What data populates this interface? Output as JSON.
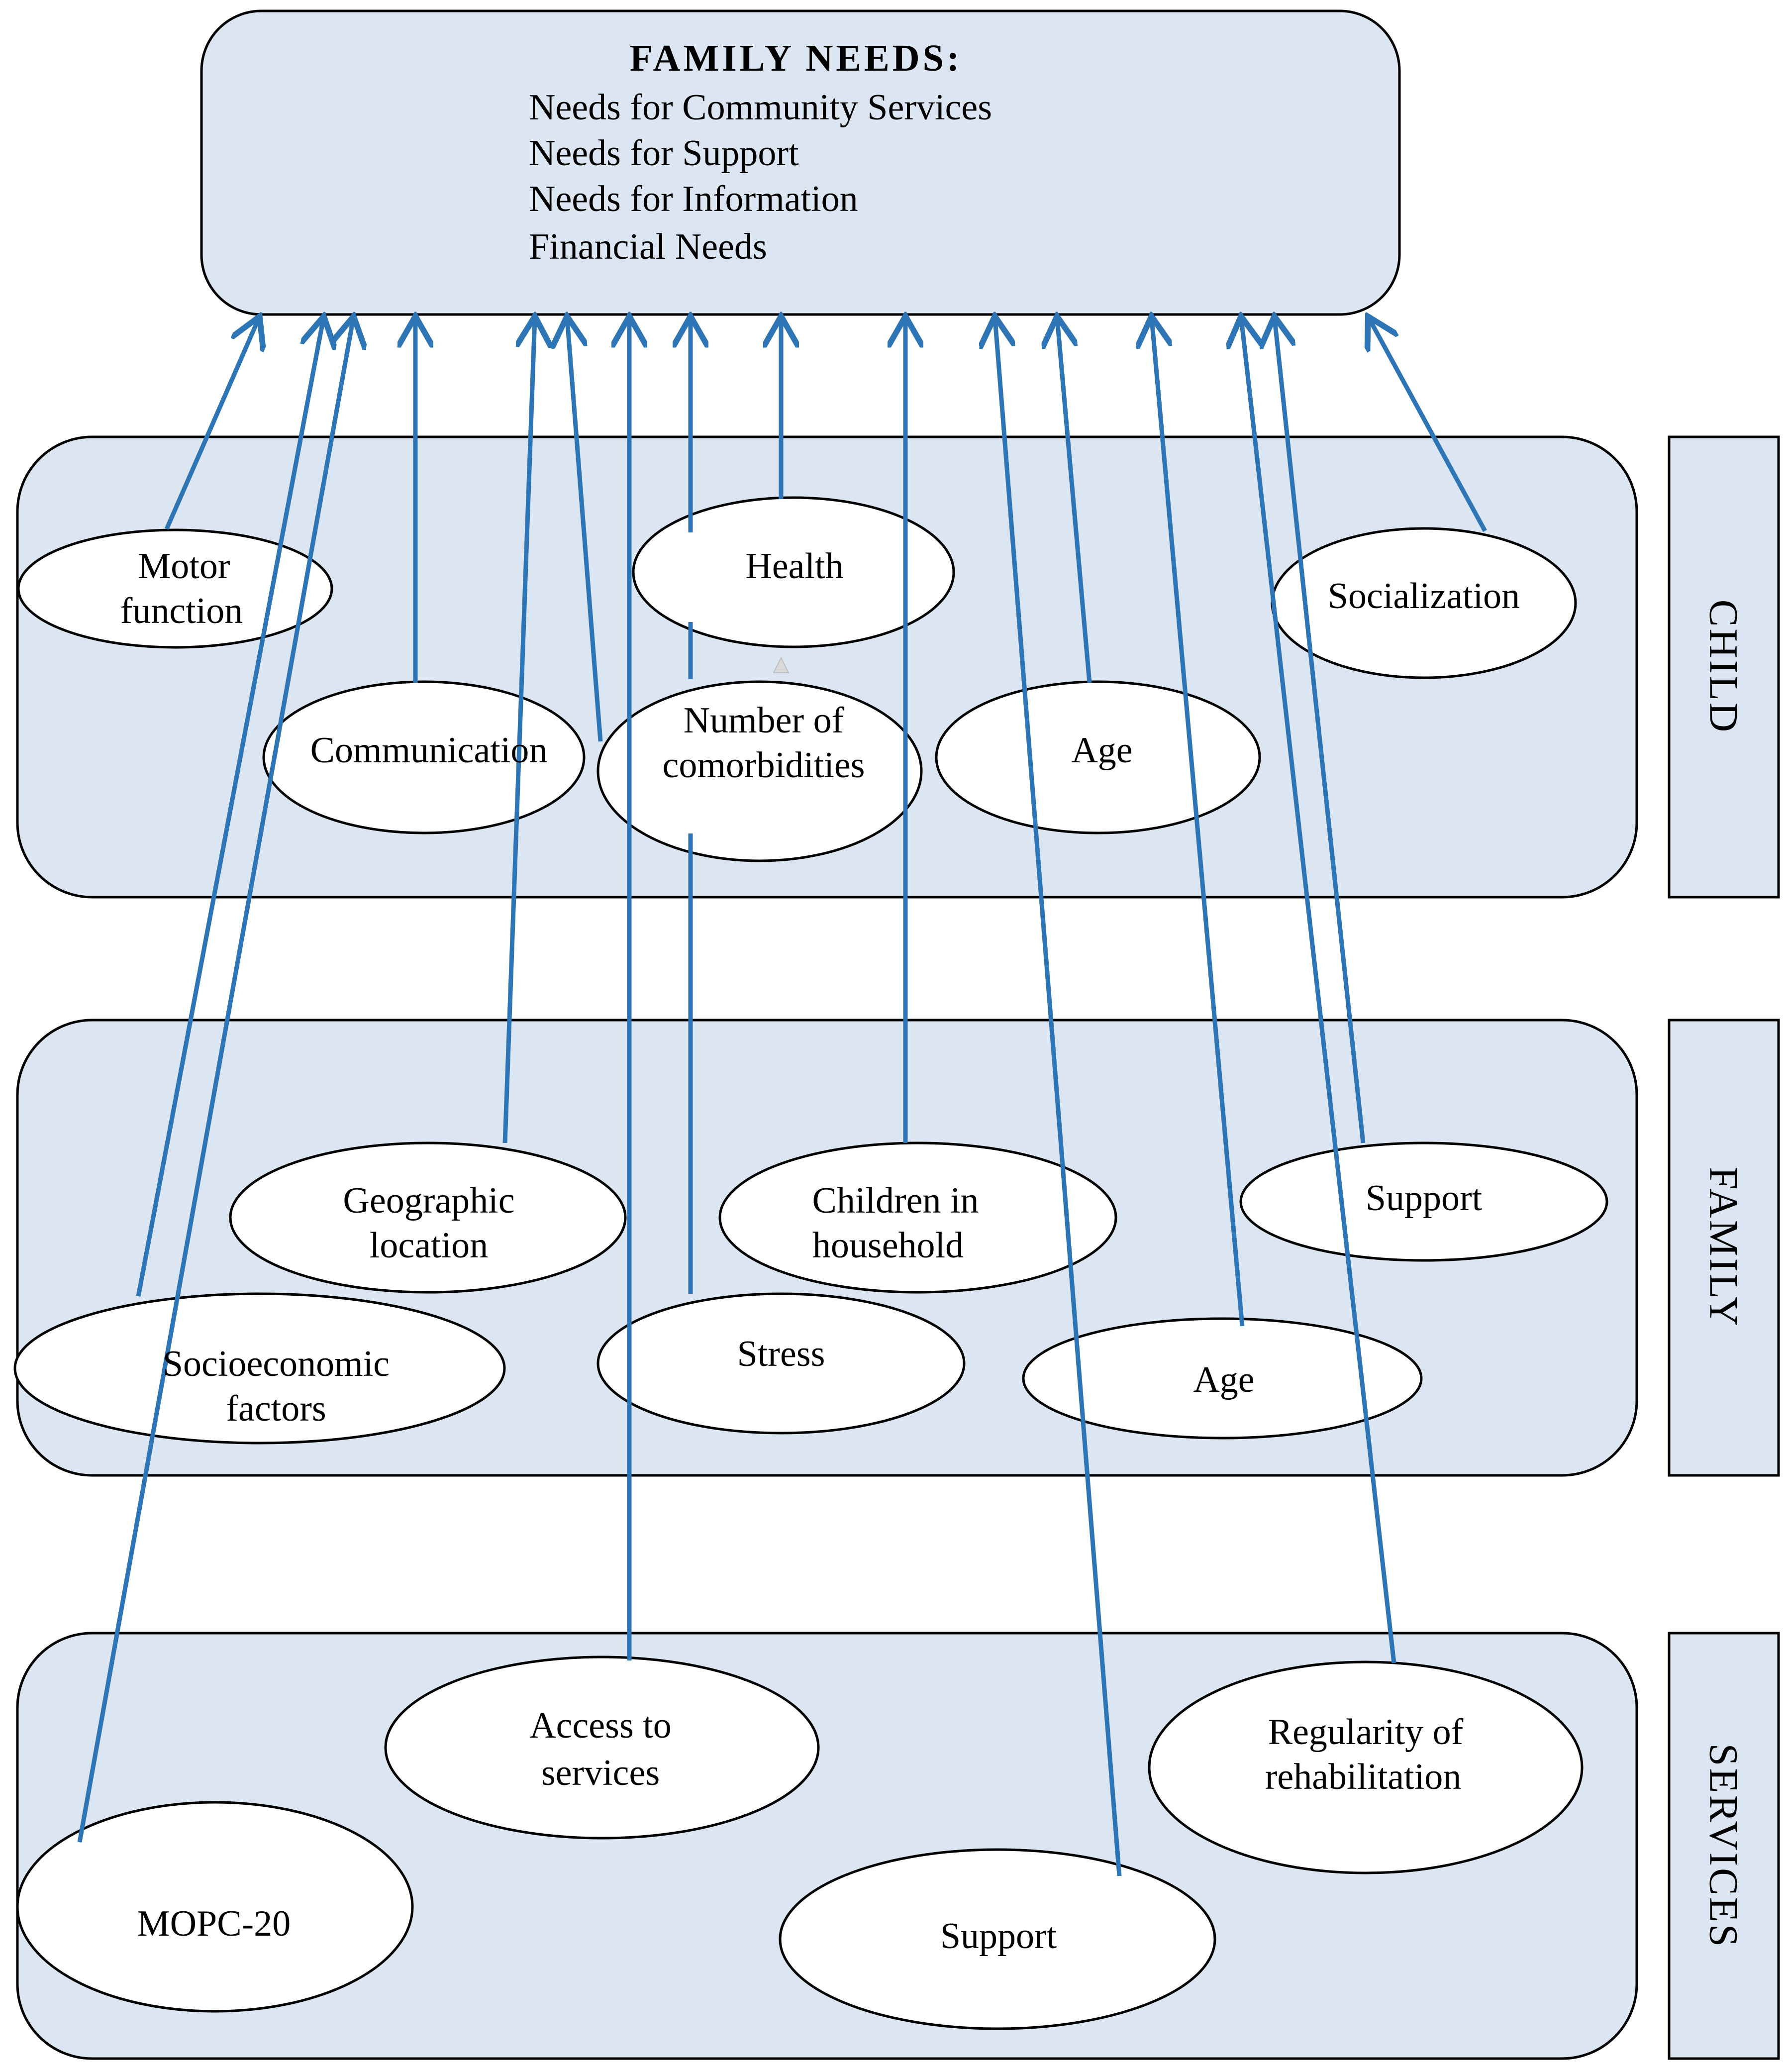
{
  "header": {
    "title": "FAMILY NEEDS:",
    "needs": [
      "Needs for Community Services",
      "Needs for Support",
      "Needs for Information",
      "Financial Needs"
    ]
  },
  "groups": {
    "child": "CHILD",
    "family": "FAMILY",
    "services": "SERVICES"
  },
  "nodes": {
    "motor_function": [
      "Motor",
      "function"
    ],
    "health": [
      "Health"
    ],
    "socialization": [
      "Socialization"
    ],
    "communication": [
      "Communication"
    ],
    "comorbidities": [
      "Number of",
      "comorbidities"
    ],
    "child_age": [
      "Age"
    ],
    "geographic_location": [
      "Geographic",
      "location"
    ],
    "children_in_household": [
      "Children in",
      "household"
    ],
    "family_support": [
      "Support"
    ],
    "socioeconomic_factors": [
      "Socioeconomic",
      "factors"
    ],
    "stress": [
      "Stress"
    ],
    "family_age": [
      "Age"
    ],
    "access_to_services": [
      "Access to",
      "services"
    ],
    "regularity_of_rehabilitation": [
      "Regularity of",
      "rehabilitation"
    ],
    "mopc_20": [
      "MOPC-20"
    ],
    "services_support": [
      "Support"
    ]
  },
  "colors": {
    "panel_fill": "#dce6f2",
    "arrow": "#2e75b6",
    "outline": "#000000"
  }
}
